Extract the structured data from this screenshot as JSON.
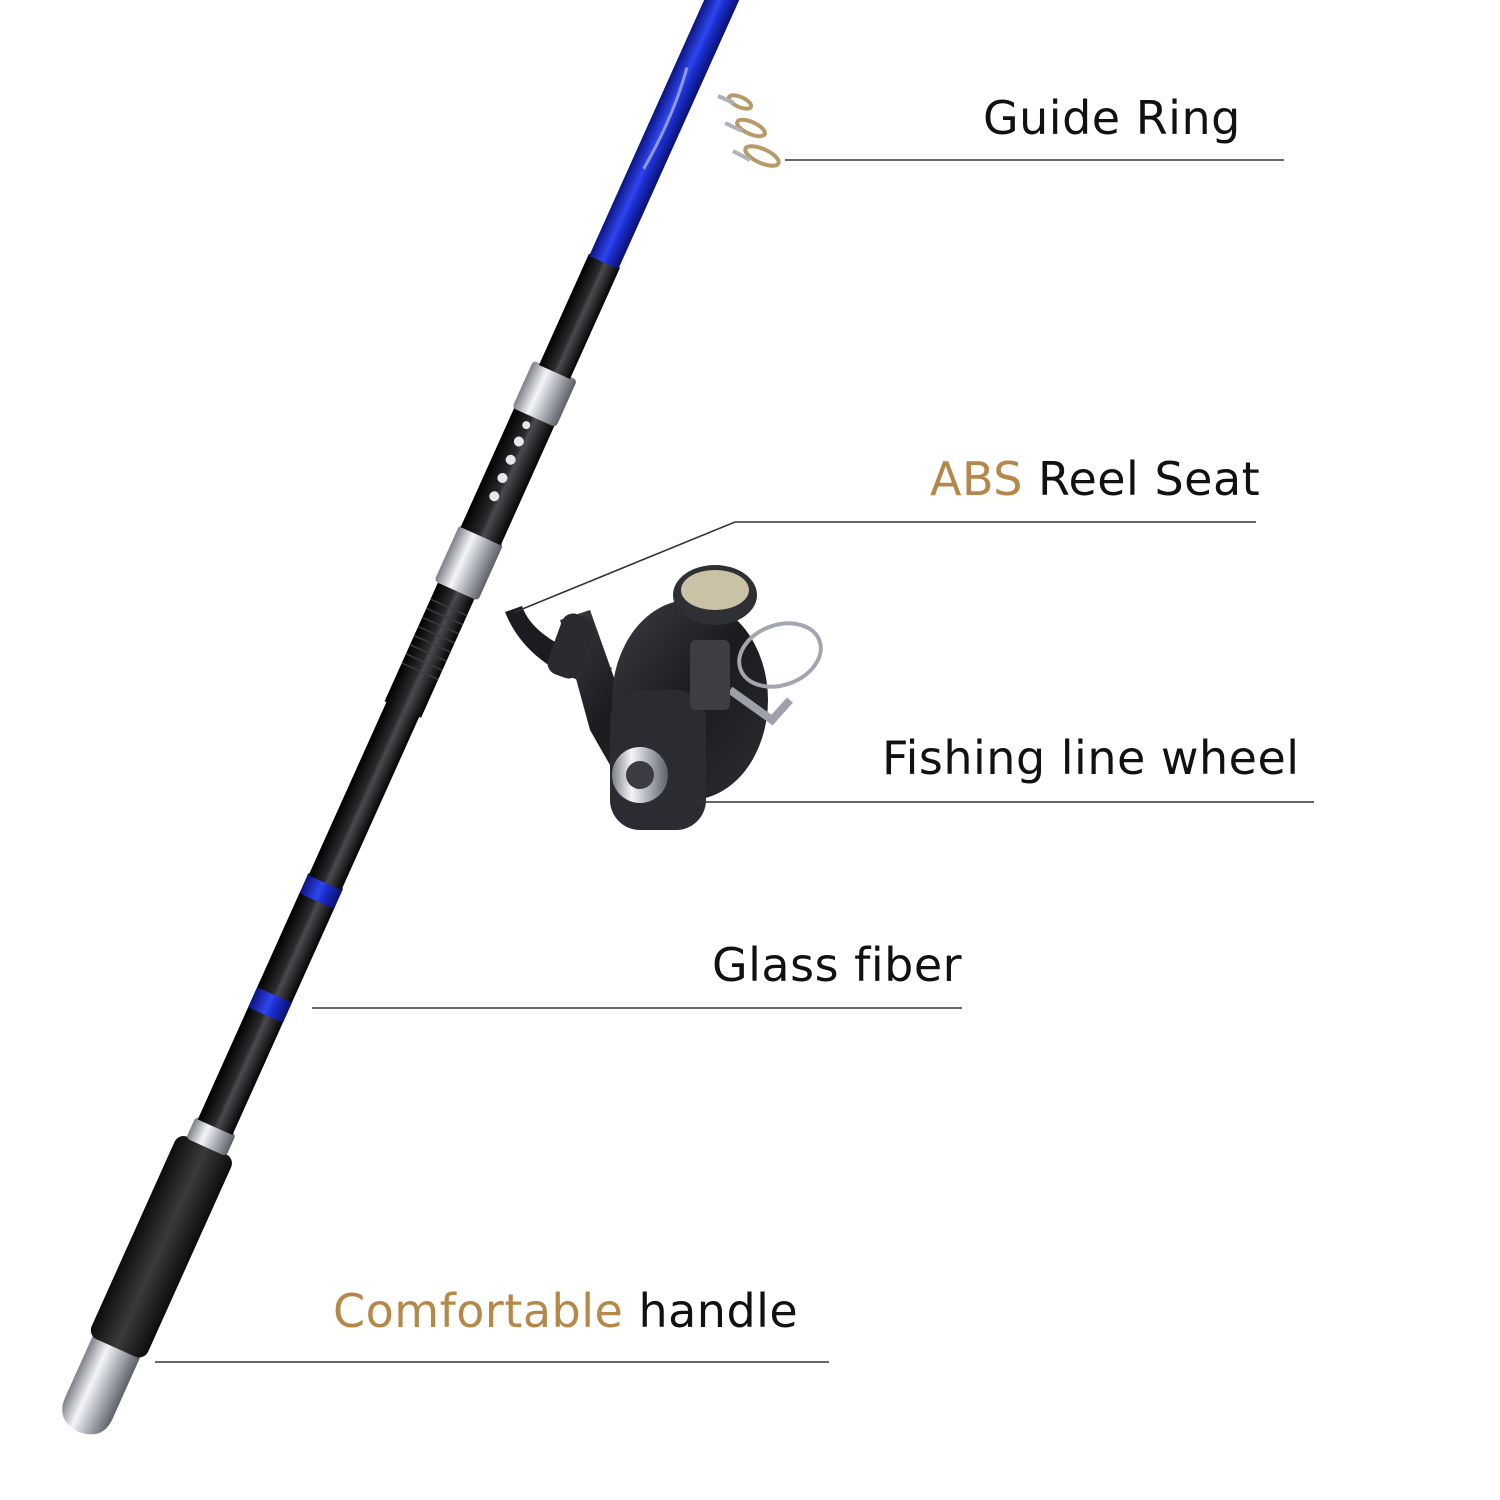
{
  "callouts": {
    "guide_ring": {
      "text": "Guide Ring"
    },
    "reel_seat": {
      "accent": "ABS",
      "text": "Reel Seat"
    },
    "line_wheel": {
      "text": "Fishing line wheel"
    },
    "glass_fiber": {
      "text": "Glass fiber"
    },
    "handle": {
      "accent": "Comfortable",
      "text": "handle"
    }
  },
  "colors": {
    "accent_text": "#b5884a",
    "rod_black": "#111111",
    "rod_blue": "#1c2fd0",
    "chrome": "#c9ccd2",
    "grip_foam": "#1e1e1e",
    "leader_line": "#333333"
  }
}
